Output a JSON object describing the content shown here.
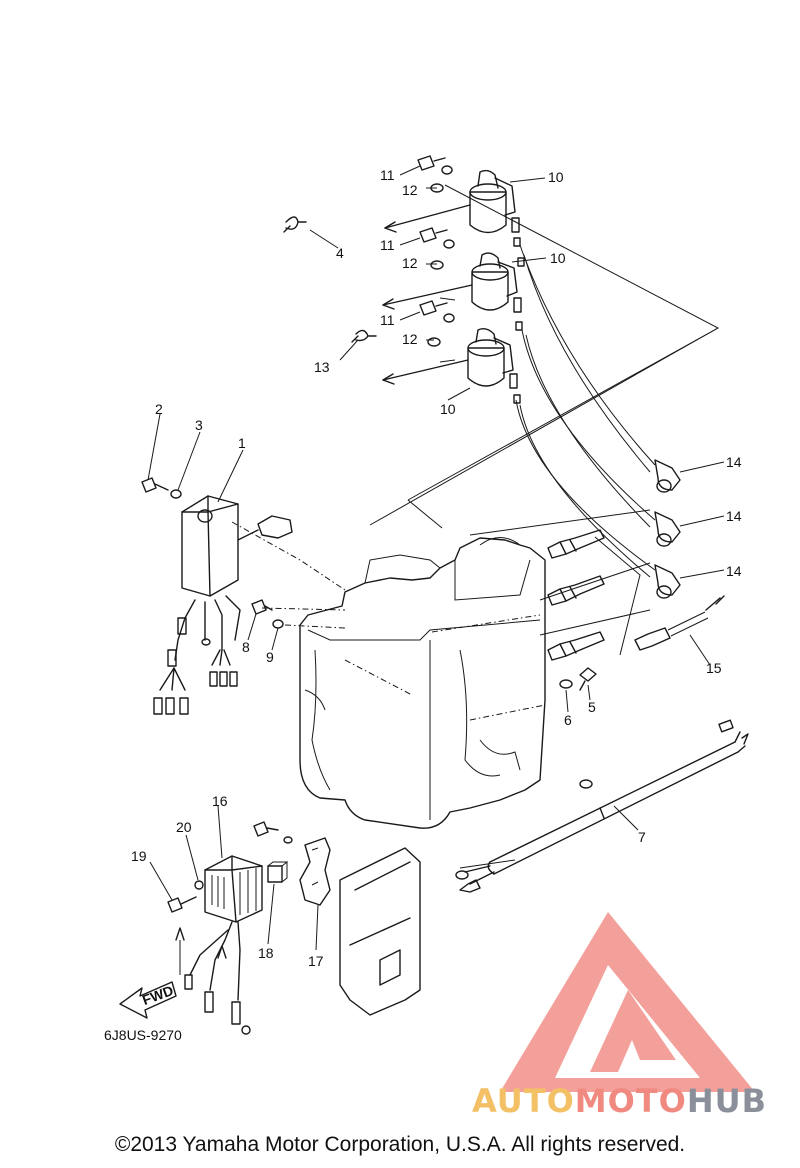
{
  "diagram": {
    "code": "6J8US-9270",
    "fwd_label": "FWD",
    "part_numbers": {
      "p1": "1",
      "p2": "2",
      "p3": "3",
      "p4": "4",
      "p5": "5",
      "p6": "6",
      "p7": "7",
      "p8": "8",
      "p9": "9",
      "p10": "10",
      "p11": "11",
      "p12": "12",
      "p13": "13",
      "p14": "14",
      "p15": "15",
      "p16": "16",
      "p17": "17",
      "p18": "18",
      "p19": "19",
      "p20": "20"
    }
  },
  "watermark": {
    "part1": "AUTO",
    "part2": "MOTO",
    "part3": "HUB",
    "logo_color": "#f08a80"
  },
  "footer": {
    "copyright": "©2013 Yamaha Motor Corporation, U.S.A. All rights reserved."
  }
}
